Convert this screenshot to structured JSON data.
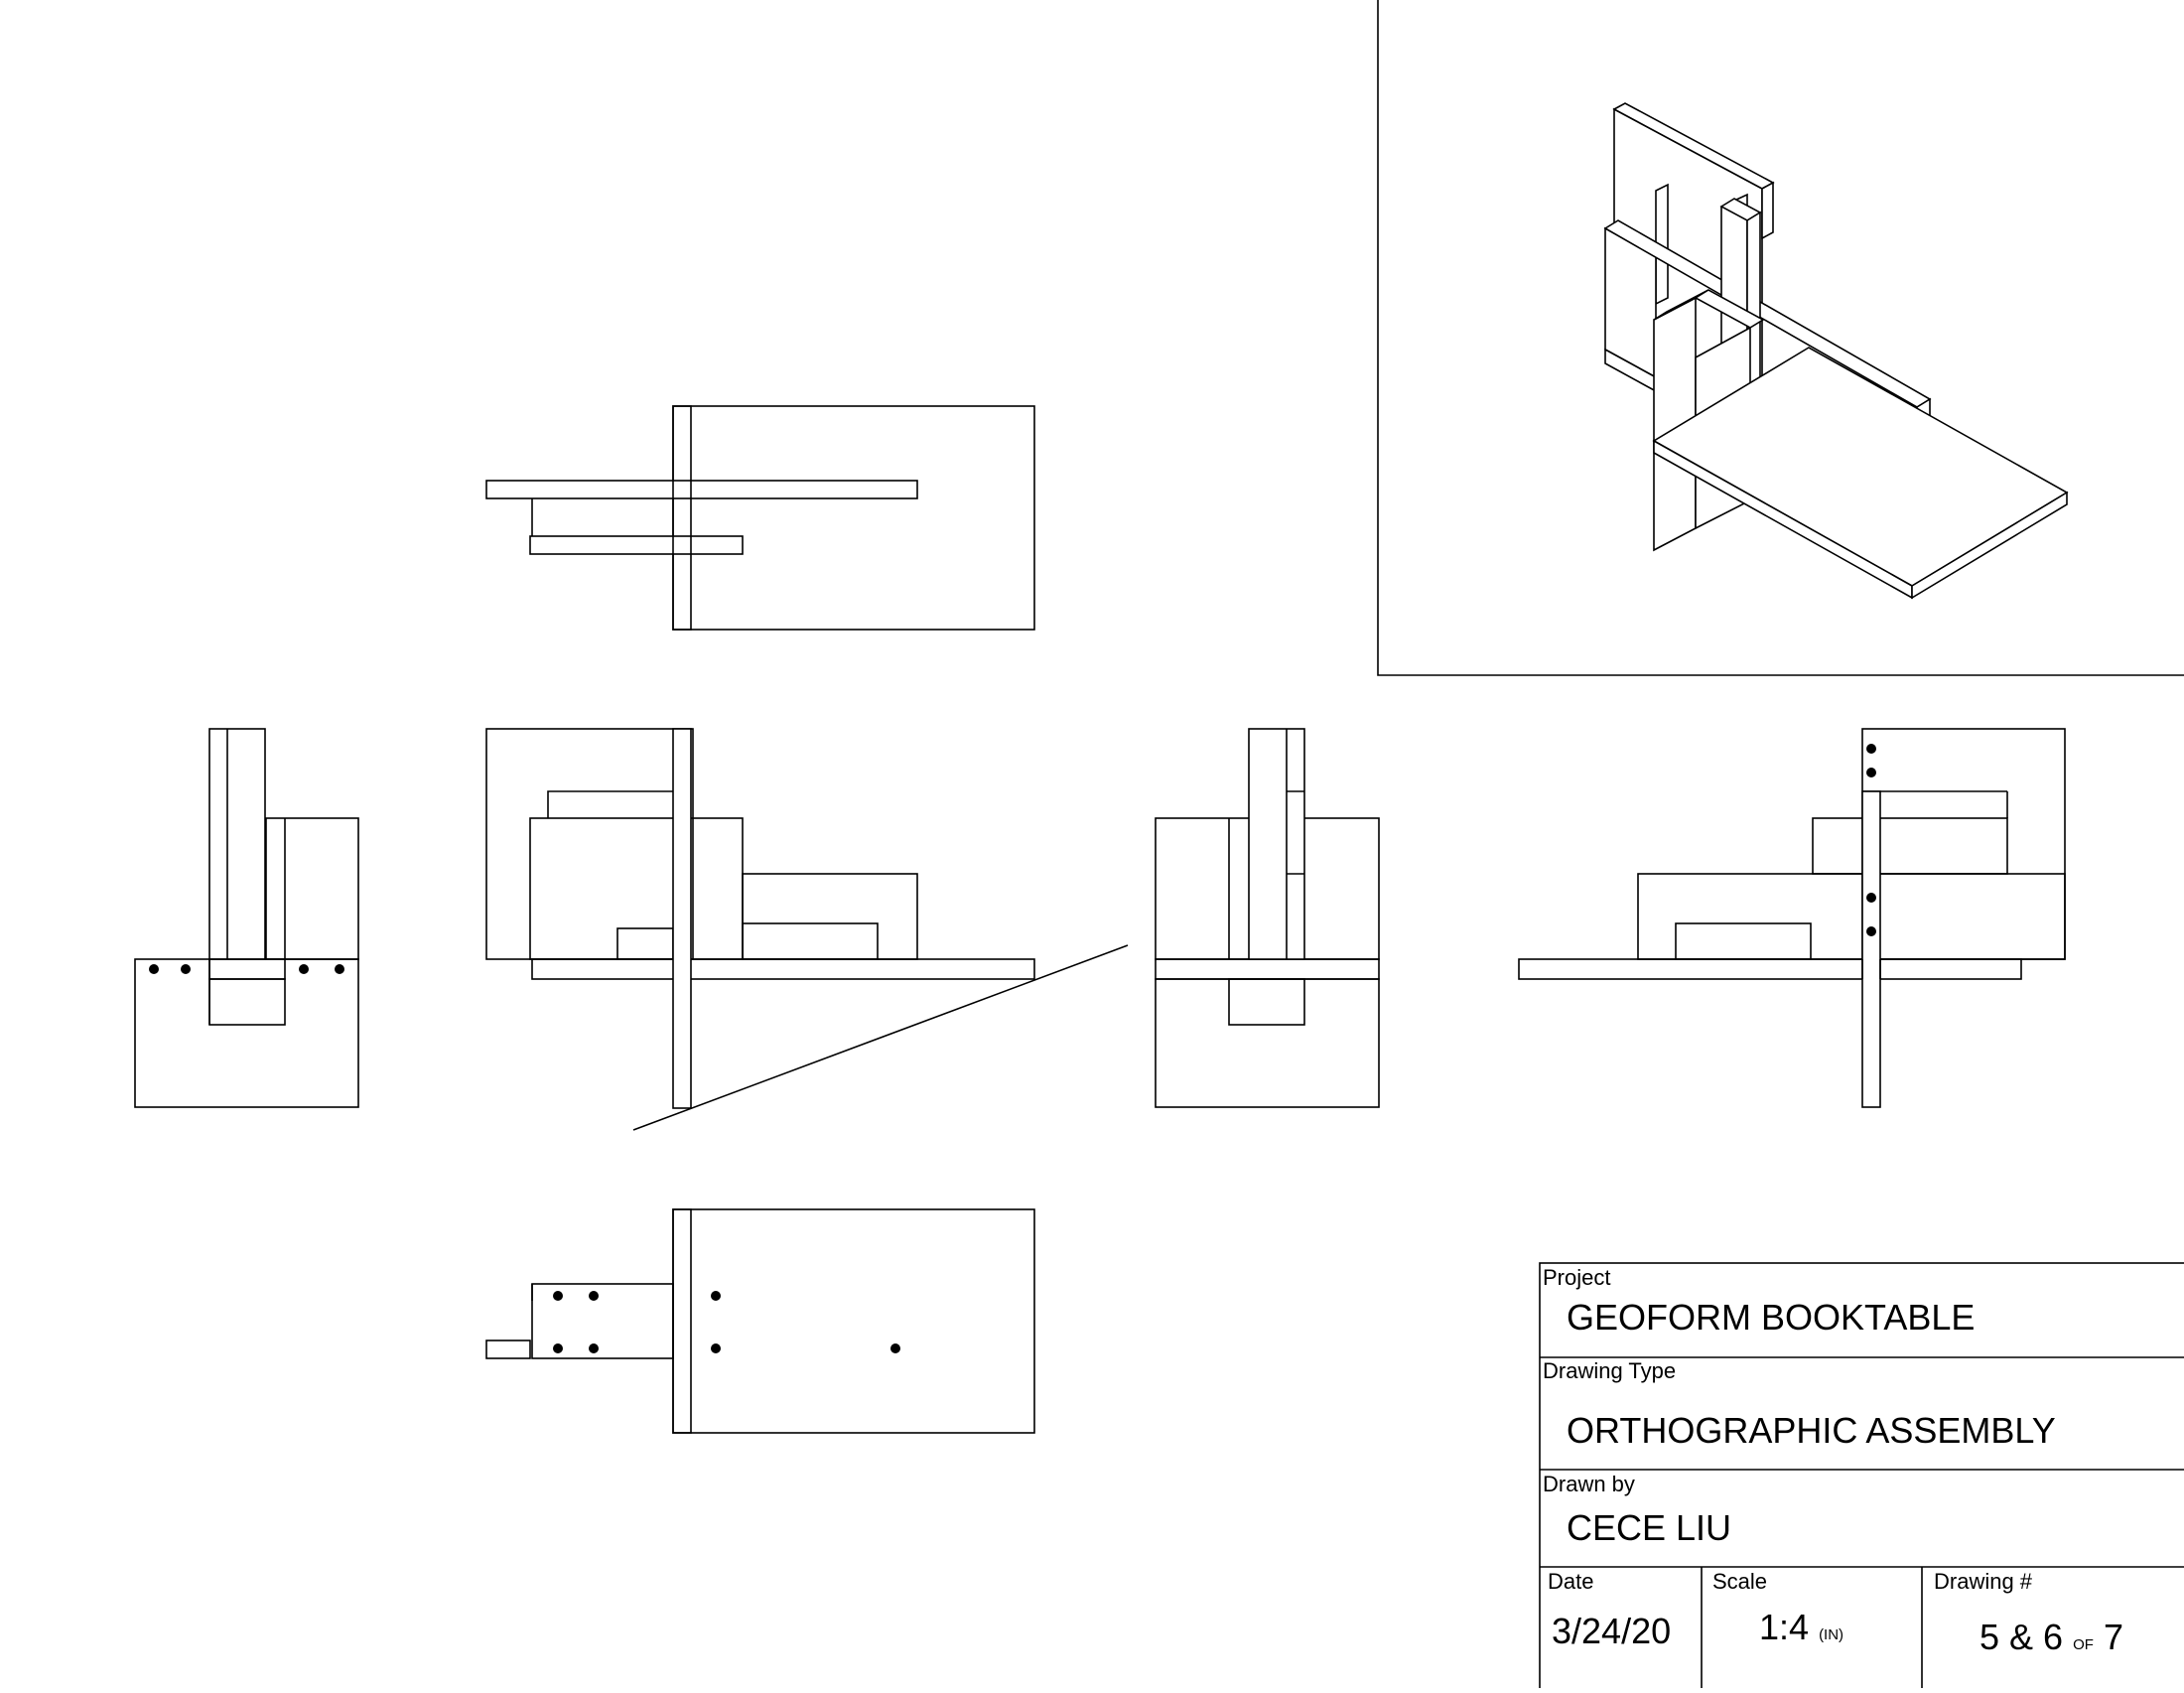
{
  "title_block": {
    "project_label": "Project",
    "project_value": "GEOFORM BOOKTABLE",
    "type_label": "Drawing Type",
    "type_value": "ORTHOGRAPHIC ASSEMBLY",
    "drawn_label": "Drawn by",
    "drawn_value": "CECE LIU",
    "date_label": "Date",
    "date_value": "3/24/20",
    "scale_label": "Scale",
    "scale_value": "1:4",
    "scale_unit": "(IN)",
    "number_label": "Drawing #",
    "number_value": "5 & 6",
    "number_of": "OF",
    "number_total": "7"
  }
}
